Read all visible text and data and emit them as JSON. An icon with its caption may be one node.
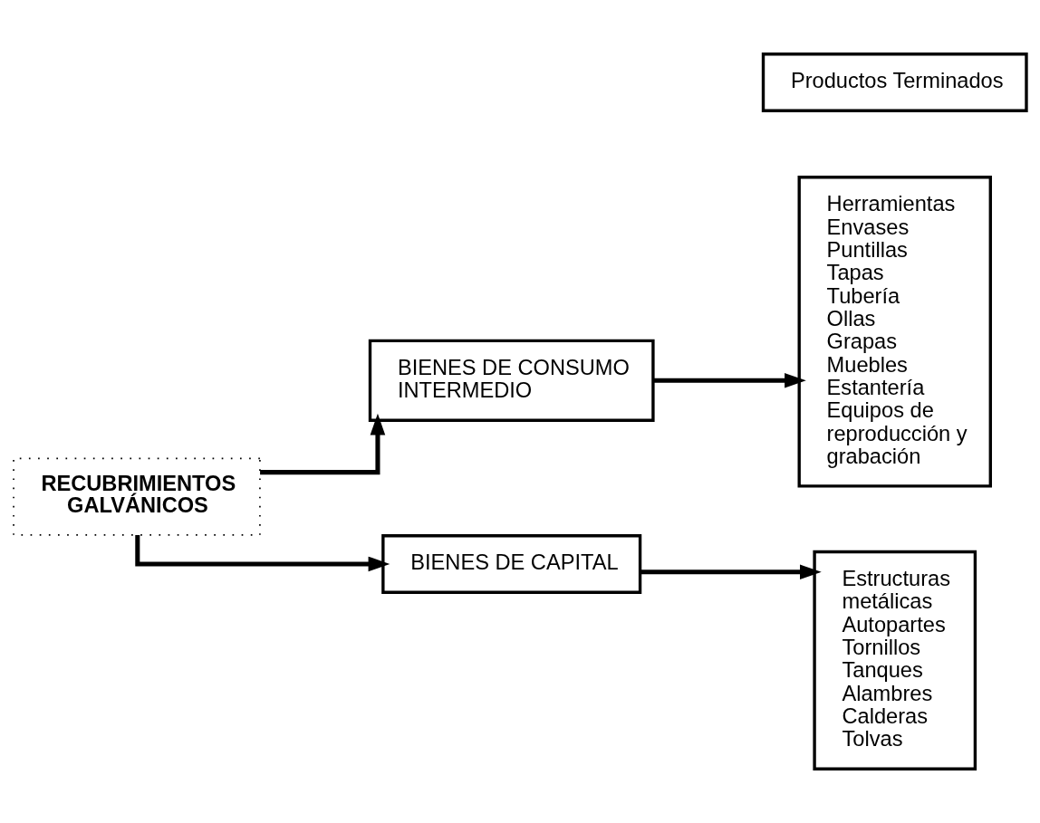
{
  "diagram": {
    "nodes": [
      {
        "text": [
          "RECUBRIMIENTOS GALVÁNICOS"
        ]
      },
      {
        "text": [
          "BIENES DE CONSUMO INTERMEDIO"
        ]
      },
      {
        "text": [
          "Herramientas",
          "Envases",
          "Puntillas",
          "Tapas",
          "Tubería",
          "Ollas",
          "Grapas",
          "Muebles",
          "Estantería",
          "Equipos de reproducción y grabación"
        ]
      },
      {
        "text": [
          "BIENES DE CAPITAL"
        ]
      },
      {
        "text": [
          "Estructuras metálicas",
          "Autopartes",
          "Tornillos",
          "Tanques",
          "Alambres",
          "Calderas",
          "Tolvas"
        ]
      },
      {
        "text": [
          "Productos Terminados"
        ]
      }
    ],
    "edges": [
      {
        "from": 0,
        "to": 1,
        "arrow": "to"
      },
      {
        "from": 0,
        "to": 3,
        "arrow": "to"
      },
      {
        "from": 1,
        "to": 2,
        "arrow": "to"
      },
      {
        "from": 3,
        "to": 4,
        "arrow": "to"
      }
    ]
  }
}
